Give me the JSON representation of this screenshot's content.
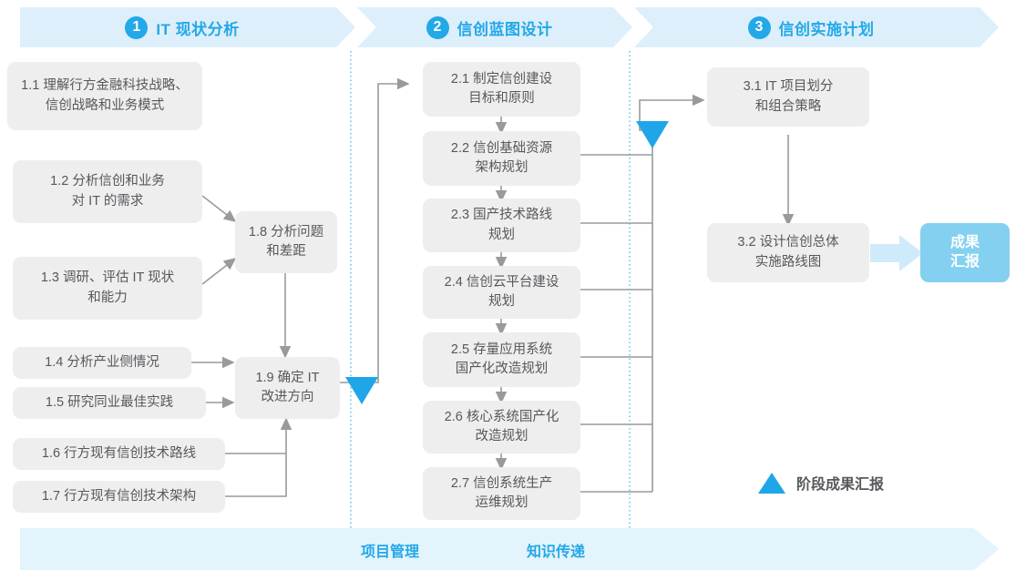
{
  "phases": [
    {
      "num": "1",
      "label": "IT 现状分析"
    },
    {
      "num": "2",
      "label": "信创蓝图设计"
    },
    {
      "num": "3",
      "label": "信创实施计划"
    }
  ],
  "colors": {
    "accent": "#23a8e8",
    "phase_bar_bg": "#ddeffb",
    "footer_bg": "#e3f4fc",
    "box_bg": "#eeeeee",
    "box_text": "#56585c",
    "result_bg": "#84d0f0",
    "marker": "#1fa6e8",
    "connector": "#9a9a9a",
    "divider": "#57bdeb"
  },
  "column1": [
    {
      "id": "1.1",
      "text": "1.1 理解行方金融科技战略、\n信创战略和业务模式"
    },
    {
      "id": "1.2",
      "text": "1.2 分析信创和业务\n对 IT 的需求"
    },
    {
      "id": "1.3",
      "text": "1.3 调研、评估 IT 现状\n和能力"
    },
    {
      "id": "1.4",
      "text": "1.4 分析产业侧情况"
    },
    {
      "id": "1.5",
      "text": "1.5 研究同业最佳实践"
    },
    {
      "id": "1.6",
      "text": "1.6 行方现有信创技术路线"
    },
    {
      "id": "1.7",
      "text": "1.7 行方现有信创技术架构"
    }
  ],
  "column1b": [
    {
      "id": "1.8",
      "text": "1.8 分析问题\n和差距"
    },
    {
      "id": "1.9",
      "text": "1.9 确定 IT\n改进方向"
    }
  ],
  "column2": [
    {
      "id": "2.1",
      "text": "2.1 制定信创建设\n目标和原则"
    },
    {
      "id": "2.2",
      "text": "2.2 信创基础资源\n架构规划"
    },
    {
      "id": "2.3",
      "text": "2.3 国产技术路线\n规划"
    },
    {
      "id": "2.4",
      "text": "2.4 信创云平台建设\n规划"
    },
    {
      "id": "2.5",
      "text": "2.5 存量应用系统\n国产化改造规划"
    },
    {
      "id": "2.6",
      "text": "2.6 核心系统国产化\n改造规划"
    },
    {
      "id": "2.7",
      "text": "2.7 信创系统生产\n运维规划"
    }
  ],
  "column3": [
    {
      "id": "3.1",
      "text": "3.1 IT 项目划分\n和组合策略"
    },
    {
      "id": "3.2",
      "text": "3.2 设计信创总体\n实施路线图"
    }
  ],
  "result": {
    "text": "成果\n汇报"
  },
  "legend": {
    "text": "阶段成果汇报",
    "marker": "triangle-up"
  },
  "footer": {
    "labels": [
      "项目管理",
      "知识传递"
    ]
  }
}
